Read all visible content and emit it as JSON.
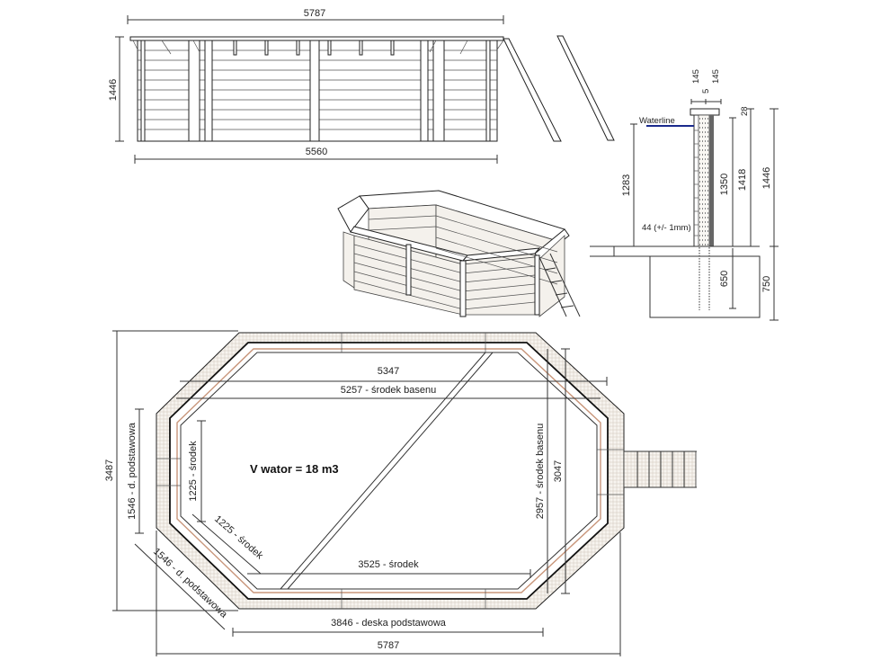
{
  "side_view": {
    "overall_length": "5787",
    "base_length": "5560",
    "height": "1446"
  },
  "cross_section": {
    "top_widths": [
      "145",
      "5",
      "145"
    ],
    "waterline_label": "Waterline",
    "cap_height": "28",
    "water_height": "1283",
    "wall_above_ground": "1350",
    "wall_height": "1418",
    "total_height": "1446",
    "bottom_board": "44 (+/- 1mm)",
    "post_depth": "650",
    "foundation_depth": "750",
    "colors": {
      "waterline": "#1a2a8c"
    }
  },
  "plan_view": {
    "volume_label": "V wator = 18 m3",
    "inner_top_length": "5347",
    "center_length": "5257 - środek basenu",
    "center_width": "2957 - środek basenu",
    "outer_width_right": "3047",
    "overall_width": "3487",
    "side_base_board": "1546 - d. podstawowa",
    "diag_base_board": "1546 - d. podstawowa",
    "side_center": "1225 - środek",
    "diag_center": "1225 - środek",
    "bottom_center": "3525 - środek",
    "base_board": "3846 - deska podstawowa",
    "overall_length": "5787",
    "colors": {
      "liner_accent": "#c8957a"
    }
  }
}
